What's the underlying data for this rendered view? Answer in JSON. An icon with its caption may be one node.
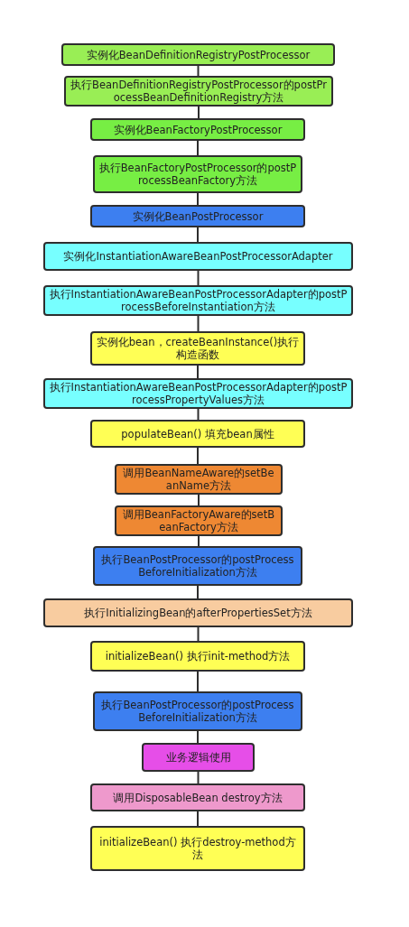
{
  "diagram": {
    "nodes": [
      {
        "text": [
          "实例化BeanDefinitionRegistryPostProcessor"
        ]
      },
      {
        "text": [
          "执行BeanDefinitionRegistryPostProcessor的postProcessBeanDefinitionRegistry方法"
        ]
      },
      {
        "text": [
          "实例化BeanFactoryPostProcessor"
        ]
      },
      {
        "text": [
          "执行BeanFactoryPostProcessor的postProcessBeanFactory方法"
        ]
      },
      {
        "text": [
          "实例化BeanPostProcessor"
        ]
      },
      {
        "text": [
          "实例化InstantiationAwareBeanPostProcessorAdapter"
        ]
      },
      {
        "text": [
          "执行InstantiationAwareBeanPostProcessorAdapter的postProcessBeforeInstantiation方法"
        ]
      },
      {
        "text": [
          "实例化bean，createBeanInstance()执行构造函数"
        ]
      },
      {
        "text": [
          "执行InstantiationAwareBeanPostProcessorAdapter的postProcessPropertyValues方法"
        ]
      },
      {
        "text": [
          "populateBean() 填充bean属性"
        ]
      },
      {
        "text": [
          "调用BeanNameAware的setBeanName方法"
        ]
      },
      {
        "text": [
          "调用BeanFactoryAware的setBeanFactory方法"
        ]
      },
      {
        "text": [
          "执行BeanPostProcessor的postProcessBeforeInitialization方法"
        ]
      },
      {
        "text": [
          "执行InitializingBean的afterPropertiesSet方法"
        ]
      },
      {
        "text": [
          "initializeBean() 执行init-method方法"
        ]
      },
      {
        "text": [
          "执行BeanPostProcessor的postProcessBeforeInitialization方法"
        ]
      },
      {
        "text": [
          "业务逻辑使用"
        ]
      },
      {
        "text": [
          "调用DisposableBean destroy方法"
        ]
      },
      {
        "text": [
          "initializeBean() 执行destroy-method方法"
        ]
      }
    ],
    "edges": [
      {
        "from": 0,
        "to": 1,
        "arrow": "none"
      },
      {
        "from": 1,
        "to": 2,
        "arrow": "none"
      },
      {
        "from": 2,
        "to": 3,
        "arrow": "none"
      },
      {
        "from": 3,
        "to": 4,
        "arrow": "none"
      },
      {
        "from": 4,
        "to": 5,
        "arrow": "none"
      },
      {
        "from": 5,
        "to": 6,
        "arrow": "none"
      },
      {
        "from": 6,
        "to": 7,
        "arrow": "none"
      },
      {
        "from": 7,
        "to": 8,
        "arrow": "none"
      },
      {
        "from": 8,
        "to": 9,
        "arrow": "none"
      },
      {
        "from": 9,
        "to": 10,
        "arrow": "none"
      },
      {
        "from": 10,
        "to": 11,
        "arrow": "none"
      },
      {
        "from": 11,
        "to": 12,
        "arrow": "none"
      },
      {
        "from": 12,
        "to": 13,
        "arrow": "none"
      },
      {
        "from": 13,
        "to": 14,
        "arrow": "none"
      },
      {
        "from": 14,
        "to": 15,
        "arrow": "none"
      },
      {
        "from": 15,
        "to": 16,
        "arrow": "none"
      },
      {
        "from": 16,
        "to": 17,
        "arrow": "none"
      },
      {
        "from": 17,
        "to": 18,
        "arrow": "none"
      }
    ]
  }
}
